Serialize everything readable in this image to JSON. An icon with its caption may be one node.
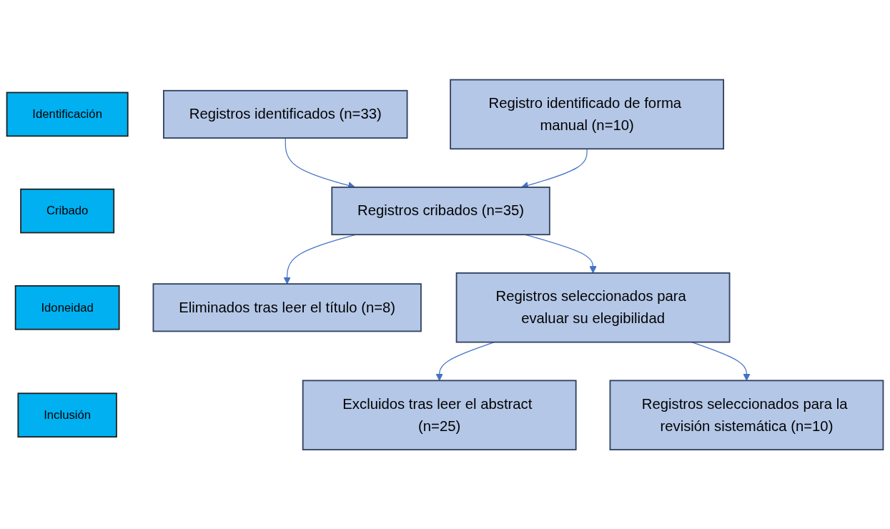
{
  "diagram": {
    "nodes": [
      {
        "text": [
          "Identificación"
        ]
      },
      {
        "text": [
          "Cribado"
        ]
      },
      {
        "text": [
          "Idoneidad"
        ]
      },
      {
        "text": [
          "Inclusión"
        ]
      },
      {
        "text": [
          "Registros identificados (n=33)"
        ]
      },
      {
        "text": [
          "Registro identificado de forma manual (n=10)"
        ]
      },
      {
        "text": [
          "Registros cribados (n=35)"
        ]
      },
      {
        "text": [
          "Eliminados tras leer el título (n=8)"
        ]
      },
      {
        "text": [
          "Registros seleccionados para evaluar su elegibilidad"
        ]
      },
      {
        "text": [
          "Excluidos tras leer el abstract (n=25)"
        ]
      },
      {
        "text": [
          "Registros seleccionados para la revisión sistemática (n=10)"
        ]
      }
    ],
    "edges": [
      {
        "from": 4,
        "to": 6,
        "arrow": "to"
      },
      {
        "from": 5,
        "to": 6,
        "arrow": "to"
      },
      {
        "from": 6,
        "to": 7,
        "arrow": "to"
      },
      {
        "from": 6,
        "to": 8,
        "arrow": "to"
      },
      {
        "from": 8,
        "to": 9,
        "arrow": "to"
      },
      {
        "from": 8,
        "to": 10,
        "arrow": "to"
      }
    ]
  }
}
